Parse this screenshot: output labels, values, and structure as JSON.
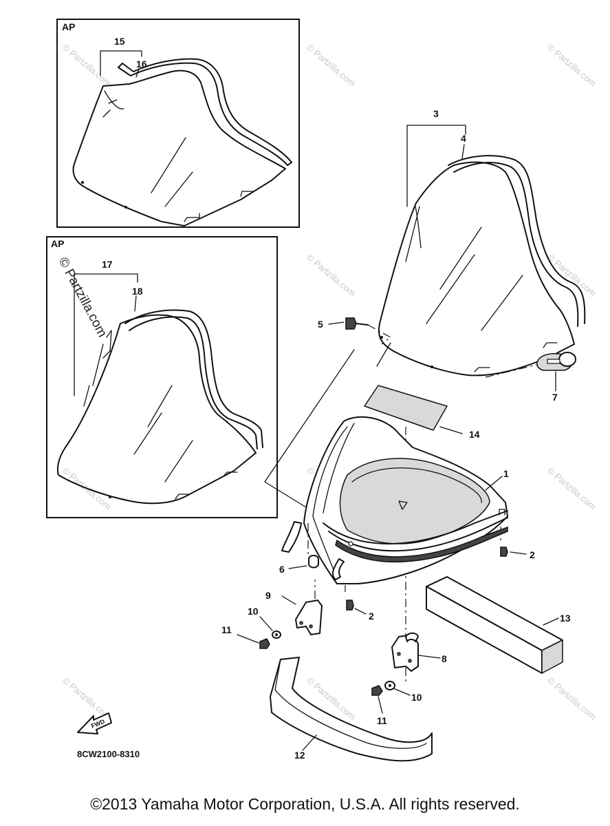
{
  "inset_label": "AP",
  "callouts": [
    "1",
    "2",
    "3",
    "4",
    "5",
    "6",
    "7",
    "8",
    "9",
    "10",
    "11",
    "12",
    "13",
    "14",
    "15",
    "16",
    "17",
    "18"
  ],
  "fwd_label": "FWD",
  "diagram_code": "8CW2100-8310",
  "watermark": "© Partzilla.com",
  "copyright": "©2013 Yamaha Motor Corporation, U.S.A. All rights reserved."
}
